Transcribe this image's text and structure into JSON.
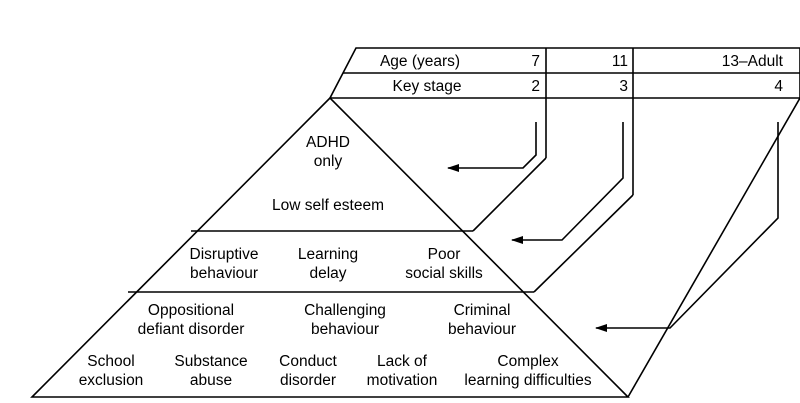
{
  "header_table": {
    "row_age": {
      "label": "Age (years)",
      "values": [
        "7",
        "11",
        "13–Adult"
      ]
    },
    "row_stage": {
      "label": "Key stage",
      "values": [
        "2",
        "3",
        "4"
      ]
    }
  },
  "tier_top": {
    "item1": {
      "line1": "ADHD",
      "line2": "only"
    },
    "item2": "Low self esteem"
  },
  "tier_middle": {
    "item1": {
      "line1": "Disruptive",
      "line2": "behaviour"
    },
    "item2": {
      "line1": "Learning",
      "line2": "delay"
    },
    "item3": {
      "line1": "Poor",
      "line2": "social skills"
    }
  },
  "tier_bottom": {
    "row1": [
      {
        "line1": "Oppositional",
        "line2": "defiant disorder"
      },
      {
        "line1": "Challenging",
        "line2": "behaviour"
      },
      {
        "line1": "Criminal",
        "line2": "behaviour"
      }
    ],
    "row2": [
      {
        "line1": "School",
        "line2": "exclusion"
      },
      {
        "line1": "Substance",
        "line2": "abuse"
      },
      {
        "line1": "Conduct",
        "line2": "disorder"
      },
      {
        "line1": "Lack of",
        "line2": "motivation"
      },
      {
        "line1": "Complex",
        "line2": "learning difficulties"
      }
    ]
  },
  "colors": {
    "stroke": "#000000",
    "background": "#ffffff"
  }
}
